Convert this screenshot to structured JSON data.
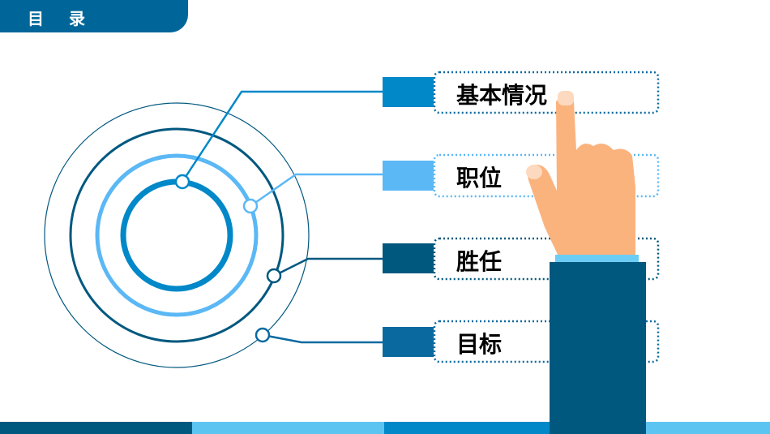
{
  "header": {
    "title": "目 录"
  },
  "menu": {
    "items": [
      {
        "label": "基本情况",
        "color": "#0088c8"
      },
      {
        "label": "职位",
        "color": "#5bb8f5"
      },
      {
        "label": "胜任",
        "color": "#01587f"
      },
      {
        "label": "目标",
        "color": "#0a6aa0"
      }
    ]
  },
  "colors": {
    "dark": "#01587f",
    "blue": "#0088c8",
    "light": "#5bb8f5",
    "skin": "#fbb37e",
    "cuff": "#6ccdf4"
  },
  "icons": {
    "hand": "pointing-hand-icon"
  }
}
